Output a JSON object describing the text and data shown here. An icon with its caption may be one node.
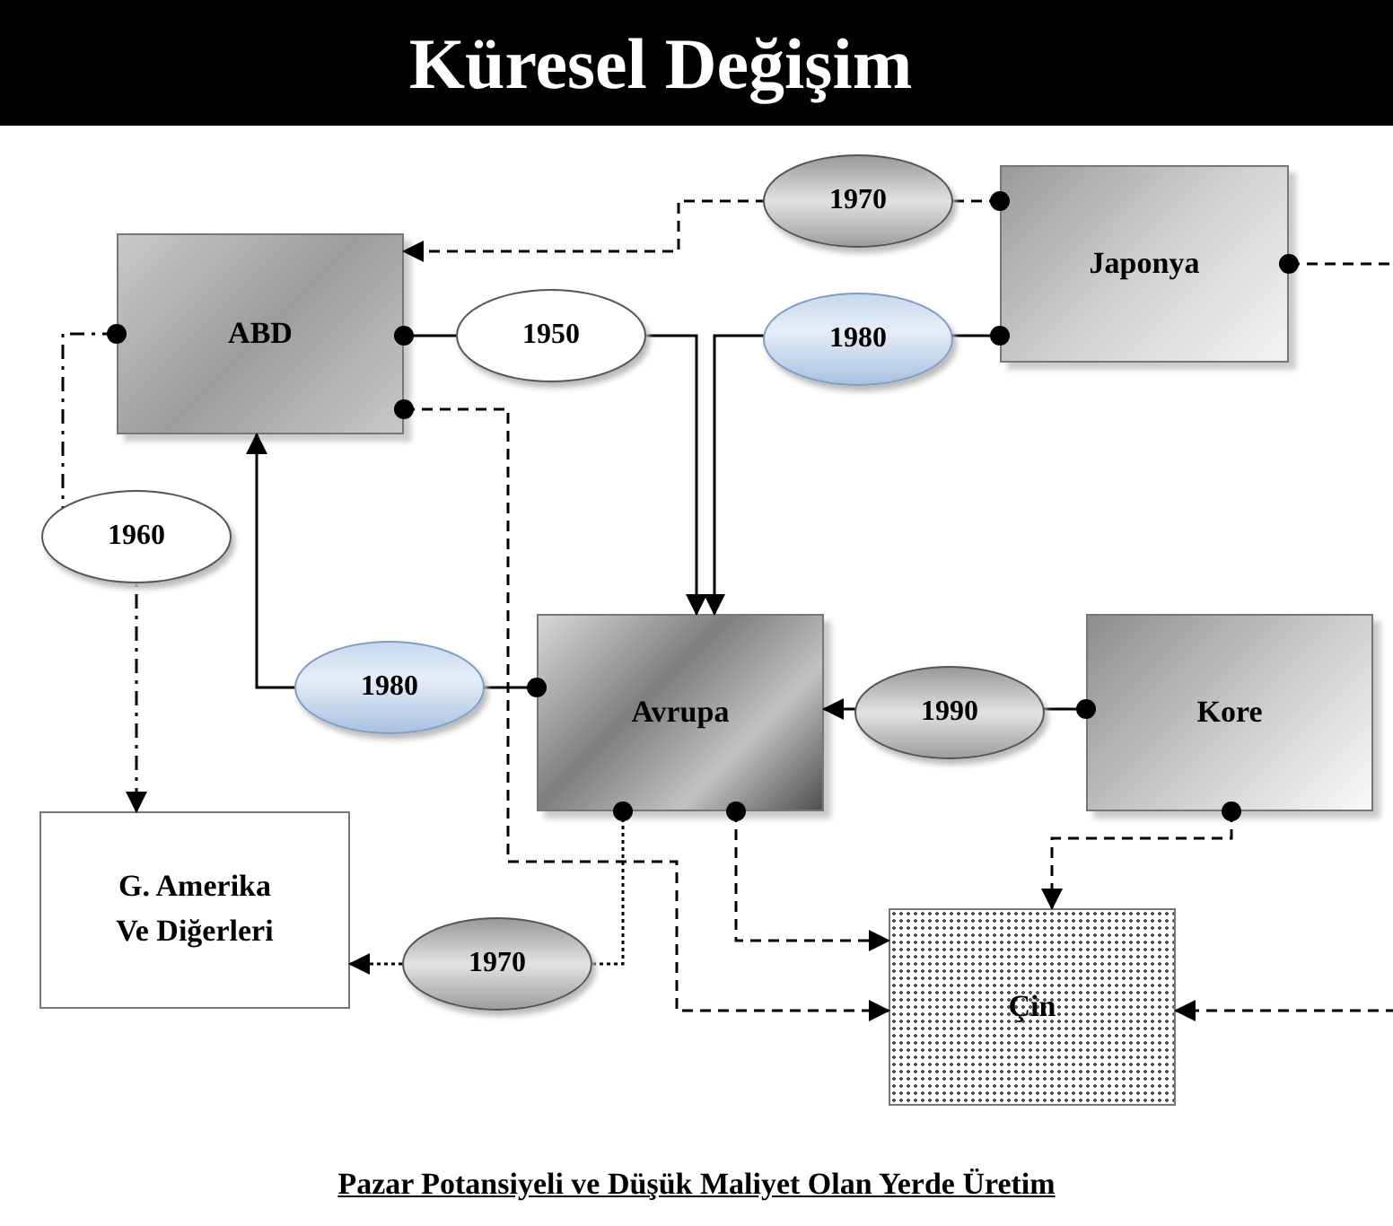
{
  "diagram": {
    "title": "Küresel Değişim",
    "caption": "Pazar Potansiyeli ve Düşük Maliyet Olan Yerde Üretim",
    "nodes": [
      {
        "text": [
          "ABD"
        ]
      },
      {
        "text": [
          "Japonya"
        ]
      },
      {
        "text": [
          "Avrupa"
        ]
      },
      {
        "text": [
          "Kore"
        ]
      },
      {
        "text": [
          "G. Amerika Ve Diğerleri"
        ]
      },
      {
        "text": [
          "Çin"
        ]
      }
    ],
    "edges": [
      {
        "from": 1,
        "to": 0,
        "arrow": "to",
        "label": "1970",
        "style": "dashed"
      },
      {
        "from": 0,
        "to": 2,
        "arrow": "to",
        "label": "1950"
      },
      {
        "from": 1,
        "to": 2,
        "arrow": "to",
        "label": "1980"
      },
      {
        "from": 2,
        "to": 0,
        "arrow": "to",
        "label": "1980"
      },
      {
        "from": 0,
        "to": 4,
        "arrow": "to",
        "label": "1960",
        "style": "dashed"
      },
      {
        "from": 2,
        "to": 4,
        "arrow": "to",
        "label": "1970",
        "style": "dashed"
      },
      {
        "from": 0,
        "to": 5,
        "arrow": "to",
        "style": "dashed"
      },
      {
        "from": 2,
        "to": 5,
        "arrow": "to",
        "style": "dashed"
      },
      {
        "from": 3,
        "to": 2,
        "arrow": "to",
        "label": "1990"
      },
      {
        "from": 3,
        "to": 5,
        "arrow": "to",
        "style": "dashed"
      },
      {
        "from": 1,
        "to": 5,
        "arrow": "to",
        "style": "dashed"
      }
    ]
  }
}
